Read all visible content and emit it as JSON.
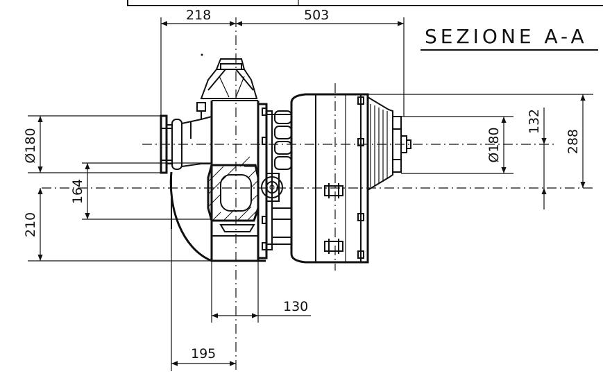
{
  "title": "SEZIONE A-A",
  "dimensions": {
    "top_left": "218",
    "top_right": "503",
    "left_diameter": "Ø180",
    "left_offset": "164",
    "left_height": "210",
    "right_diameter": "Ø180",
    "right_offset": "132",
    "right_height": "288",
    "bottom_inner": "130",
    "bottom_outer": "195"
  }
}
